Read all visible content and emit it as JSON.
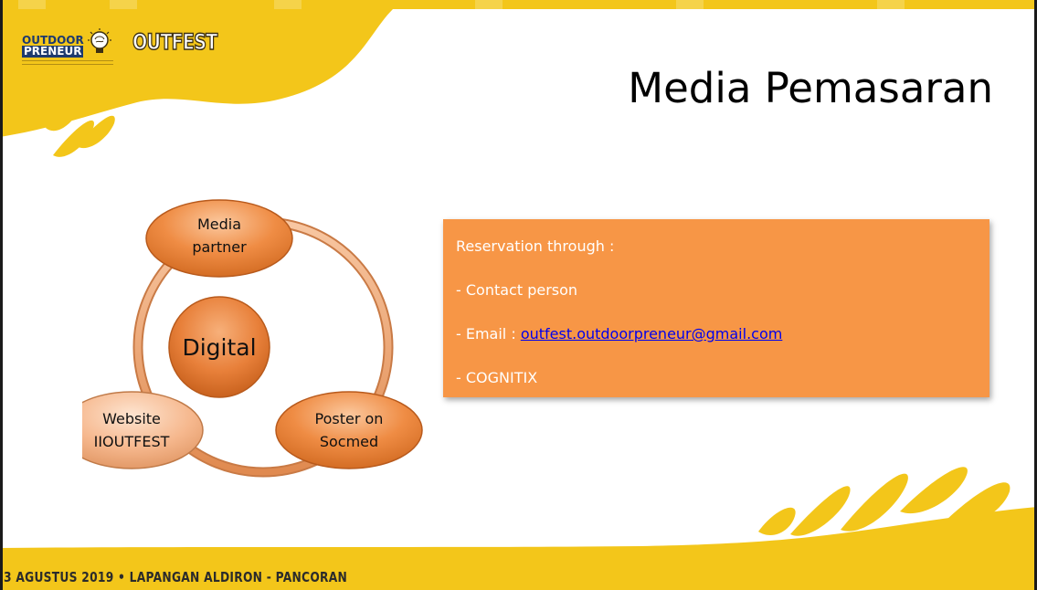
{
  "logos": {
    "outdoor_line1": "OUTDOOR",
    "outdoor_line2": "PRENEUR",
    "outfest_word": "OUTFEST"
  },
  "title": "Media Pemasaran",
  "diagram": {
    "center": "Digital",
    "nodes": [
      {
        "lines": [
          "Media",
          "partner"
        ]
      },
      {
        "lines": [
          "Poster on",
          "Socmed"
        ]
      },
      {
        "lines": [
          "Website",
          "IIOUTFEST"
        ]
      }
    ]
  },
  "reservation": {
    "heading": "Reservation through :",
    "item1": "- Contact person",
    "item2_prefix": "- Email : ",
    "item2_email": "outfest.outdoorpreneur@gmail.com",
    "item3": "- COGNITIX"
  },
  "footer": "3 AGUSTUS 2019  •  LAPANGAN ALDIRON - PANCORAN",
  "colors": {
    "accent_yellow": "#f3c61a",
    "box_orange": "#f79646",
    "email_link": "#0000ee"
  }
}
